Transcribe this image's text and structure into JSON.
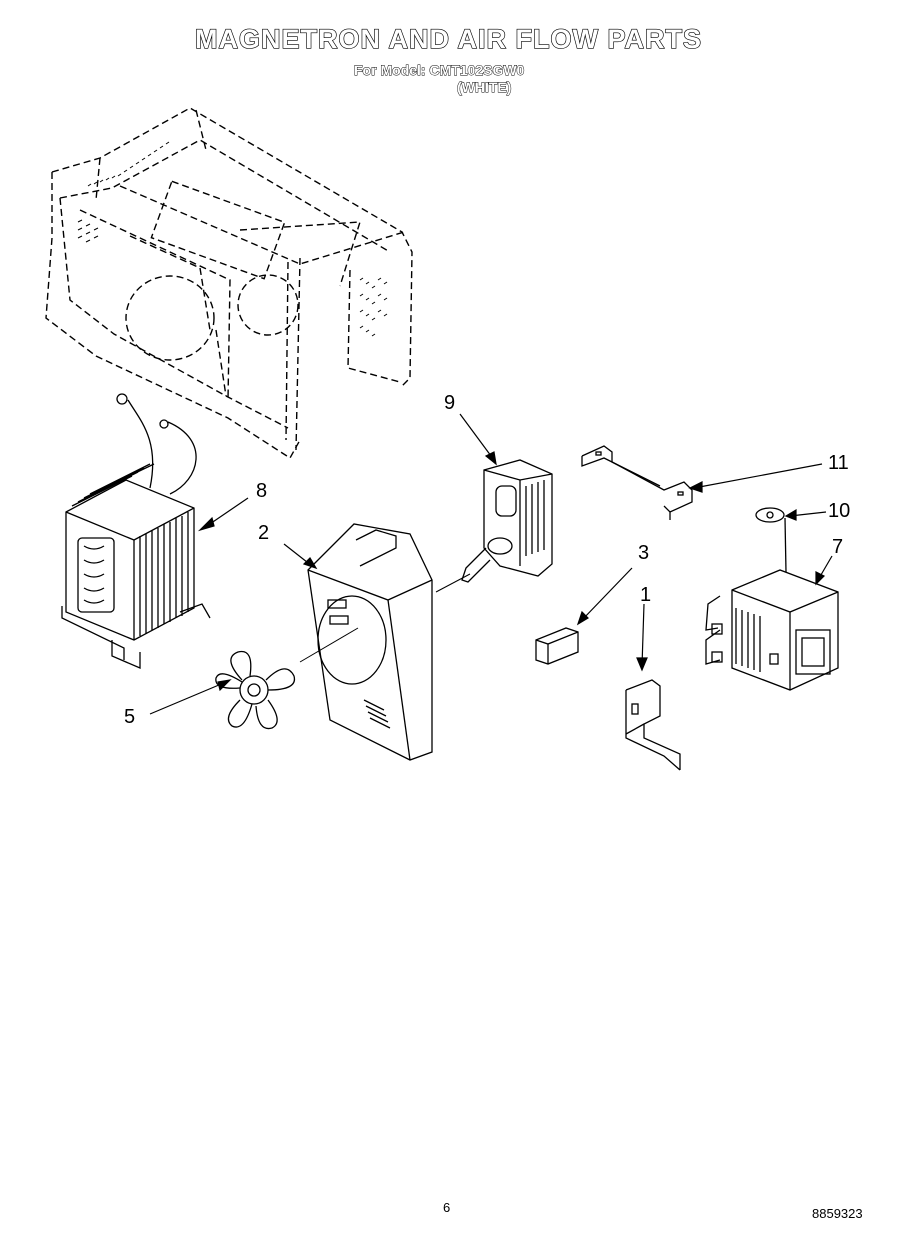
{
  "header": {
    "title": "MAGNETRON AND AIR FLOW PARTS",
    "model_line": "For Model: CMT102SGW0",
    "color_line": "(WHITE)"
  },
  "callouts": {
    "c1": "1",
    "c2": "2",
    "c3": "3",
    "c5": "5",
    "c7": "7",
    "c8": "8",
    "c9": "9",
    "c10": "10",
    "c11": "11"
  },
  "footer": {
    "page_number": "6",
    "doc_code": "8859323"
  }
}
